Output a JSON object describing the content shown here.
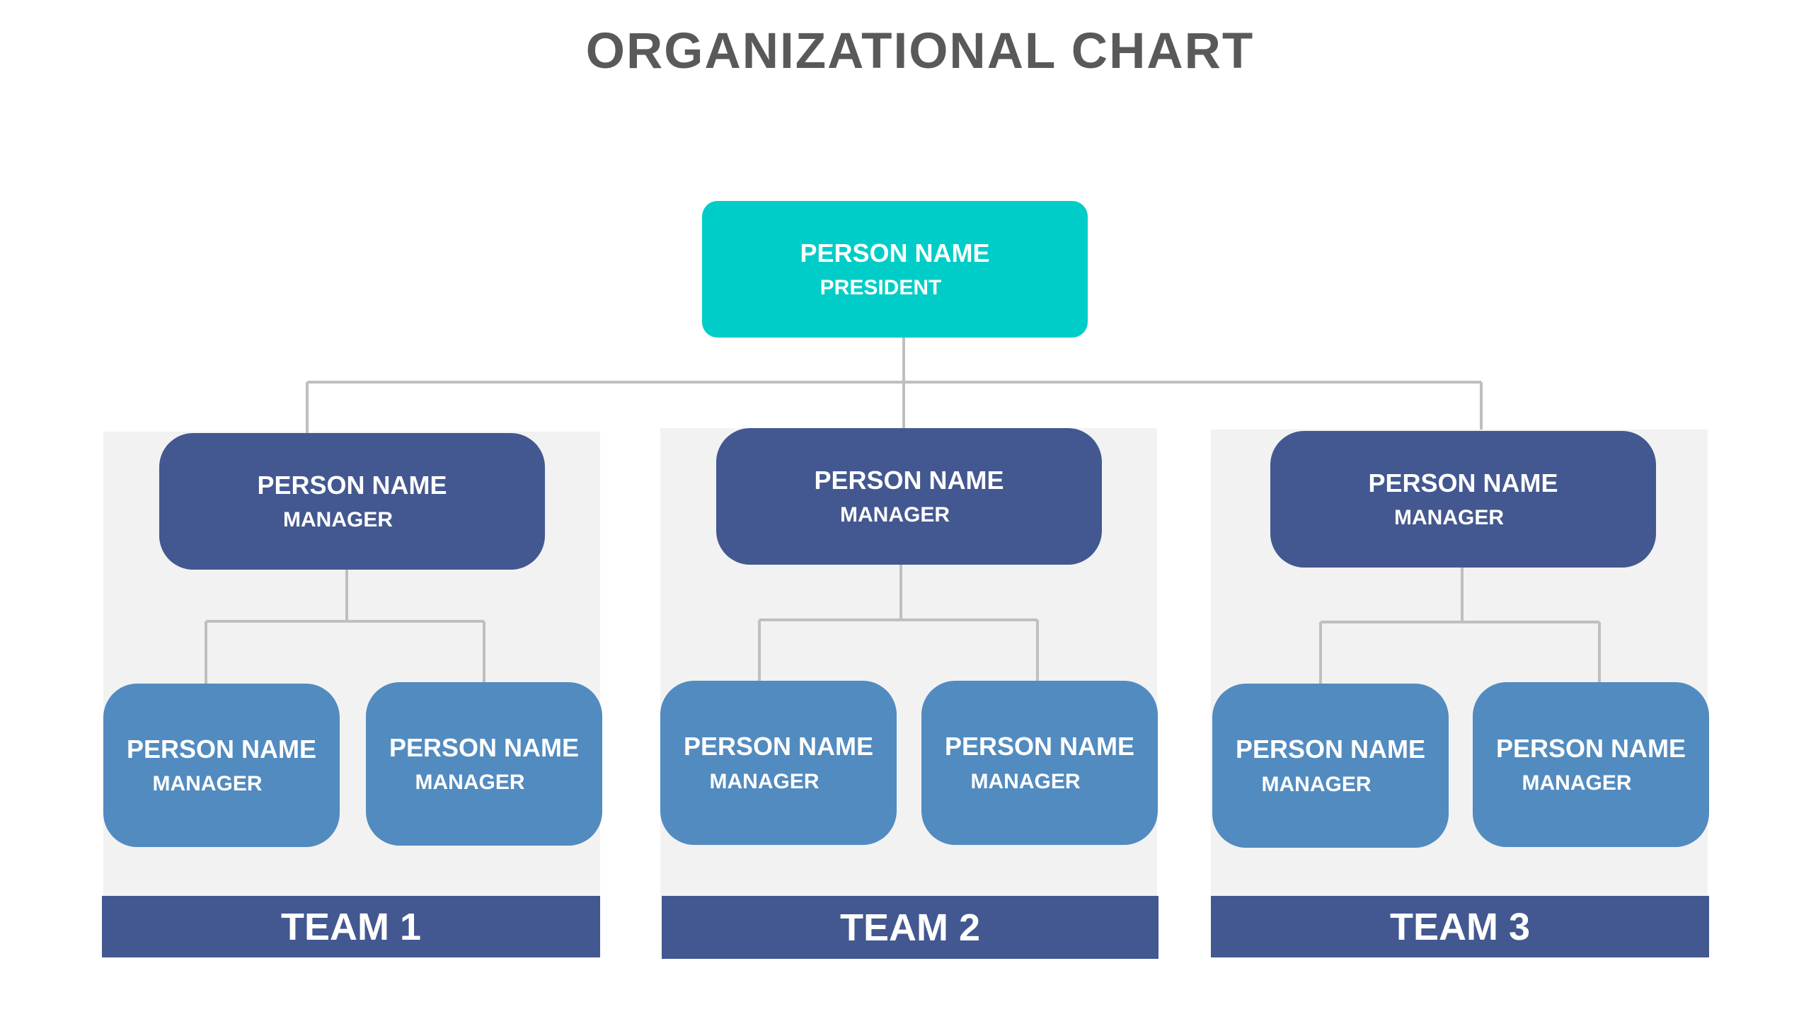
{
  "title": "ORGANIZATIONAL CHART",
  "colors": {
    "president": "#00cdc8",
    "manager": "#435890",
    "member": "#528bbf",
    "panel": "#f2f2f2",
    "connector": "#bfbfbf",
    "title": "#595959"
  },
  "president": {
    "name": "PERSON NAME",
    "role": "PRESIDENT"
  },
  "teams": [
    {
      "label": "TEAM 1",
      "lead": {
        "name": "PERSON NAME",
        "role": "MANAGER"
      },
      "members": [
        {
          "name": "PERSON NAME",
          "role": "MANAGER"
        },
        {
          "name": "PERSON NAME",
          "role": "MANAGER"
        }
      ]
    },
    {
      "label": "TEAM 2",
      "lead": {
        "name": "PERSON NAME",
        "role": "MANAGER"
      },
      "members": [
        {
          "name": "PERSON NAME",
          "role": "MANAGER"
        },
        {
          "name": "PERSON NAME",
          "role": "MANAGER"
        }
      ]
    },
    {
      "label": "TEAM 3",
      "lead": {
        "name": "PERSON NAME",
        "role": "MANAGER"
      },
      "members": [
        {
          "name": "PERSON NAME",
          "role": "MANAGER"
        },
        {
          "name": "PERSON NAME",
          "role": "MANAGER"
        }
      ]
    }
  ]
}
